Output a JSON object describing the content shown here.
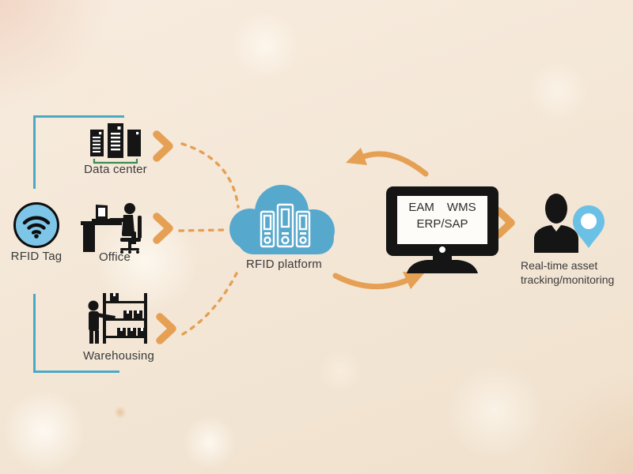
{
  "colors": {
    "orange": "#E5A054",
    "cloud-blue": "#57A8CD",
    "tag-blue": "#7DC6E8",
    "pin-blue": "#6BC0E6",
    "bracket-teal": "#4BA9C8",
    "icon-black": "#151515",
    "text": "#3A3A3A",
    "server-bracket-green": "#3E8B52"
  },
  "nodes": {
    "rfid_tag": {
      "label": "RFID Tag",
      "icon": "wifi-icon"
    },
    "data_center": {
      "label": "Data center",
      "icon": "server-rack-icon"
    },
    "office": {
      "label": "Office",
      "icon": "office-worker-icon"
    },
    "warehousing": {
      "label": "Warehousing",
      "icon": "warehouse-shelf-icon"
    },
    "rfid_platform": {
      "label": "RFID platform",
      "icon": "cloud-icon"
    },
    "management_system": {
      "icon": "monitor-icon",
      "screen_words": [
        "EAM",
        "WMS"
      ],
      "screen_line2": "ERP/SAP"
    },
    "tracking": {
      "icon": "person-location-icon",
      "label_line1": "Real-time asset",
      "label_line2": "tracking/monitoring"
    }
  }
}
